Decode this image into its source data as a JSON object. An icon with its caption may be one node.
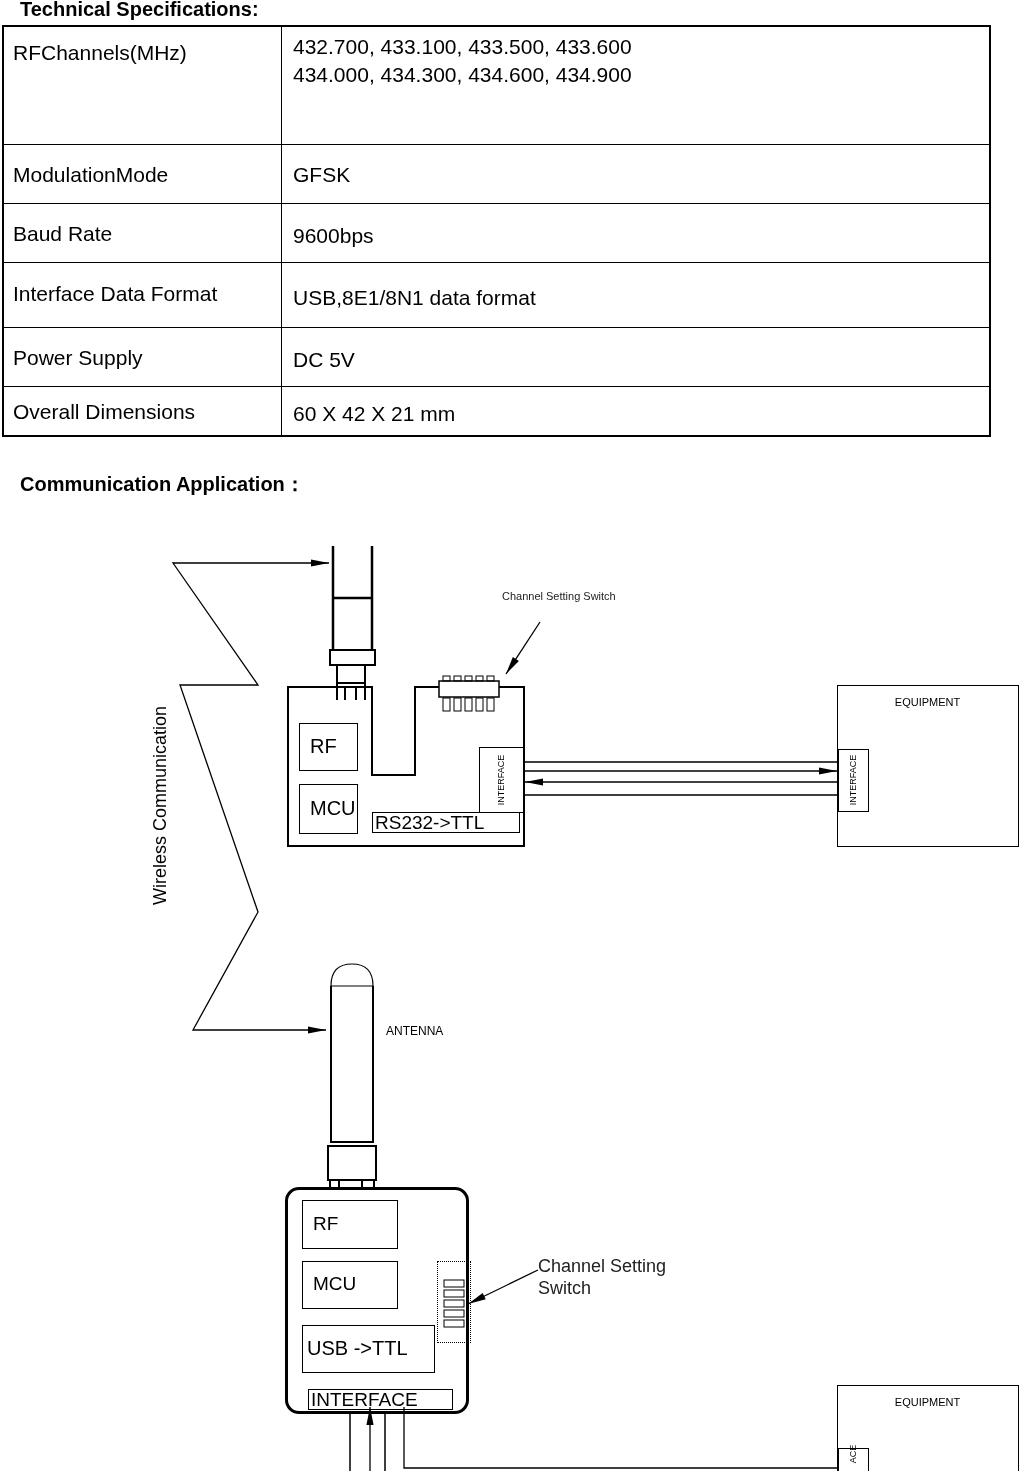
{
  "diagram": {
    "title": "Technical Specifications:",
    "nodes": [
      {
        "text": [],
        "shape": "box"
      },
      {
        "text": [
          "RF"
        ],
        "in": 0
      },
      {
        "text": [
          "MCU"
        ],
        "in": 0
      },
      {
        "text": [
          "RS232->TTL"
        ],
        "in": 0
      },
      {
        "text": [
          "INTERFACE"
        ],
        "in": 0
      },
      {
        "text": [
          "EQUIPMENT"
        ]
      },
      {
        "text": [
          "INTERFACE"
        ],
        "in": 5
      },
      {
        "text": [
          "Channel Setting Switch"
        ]
      },
      {
        "text": [],
        "shape": "box"
      },
      {
        "text": [],
        "shape": "picture"
      },
      {
        "text": [],
        "shape": "box"
      },
      {
        "text": [
          "RF"
        ],
        "in": 10
      },
      {
        "text": [
          "MCU"
        ],
        "in": 10
      },
      {
        "text": [
          "USB ->TTL"
        ],
        "in": 10
      },
      {
        "text": [
          "INTERFACE"
        ],
        "in": 10
      },
      {
        "text": [],
        "shape": "box",
        "in": 10
      },
      {
        "text": [
          "Channel Setting Switch"
        ]
      },
      {
        "text": [],
        "shape": "picture",
        "beside": [
          "ANTENNA"
        ]
      },
      {
        "text": [
          "EQUIPMENT"
        ]
      },
      {
        "text": [
          "ACE"
        ],
        "in": 18
      }
    ],
    "edges": [
      {
        "from": 17,
        "to": 9,
        "arrow": "both",
        "label": "Wireless Communication"
      },
      {
        "from": 4,
        "to": 6,
        "arrow": "to"
      },
      {
        "from": 6,
        "to": 4,
        "arrow": "to"
      },
      {
        "from": 7,
        "to": 8,
        "arrow": "to"
      },
      {
        "from": 16,
        "to": 15,
        "arrow": "to"
      },
      {
        "from": null,
        "to": 14,
        "arrow": "to"
      },
      {
        "from": 14,
        "to": 19,
        "arrow": "none"
      }
    ],
    "labels": [
      "RFChannels(MHz)",
      "432.700, 433.100, 433.500, 433.600 434.000, 434.300, 434.600, 434.900",
      "ModulationMode",
      "GFSK",
      "Baud Rate",
      "9600bps",
      "Interface Data Format",
      "USB,8E1/8N1 data format",
      "Power Supply",
      "DC 5V",
      "Overall Dimensions",
      "60 X 42 X 21 mm",
      "Communication Application："
    ]
  }
}
